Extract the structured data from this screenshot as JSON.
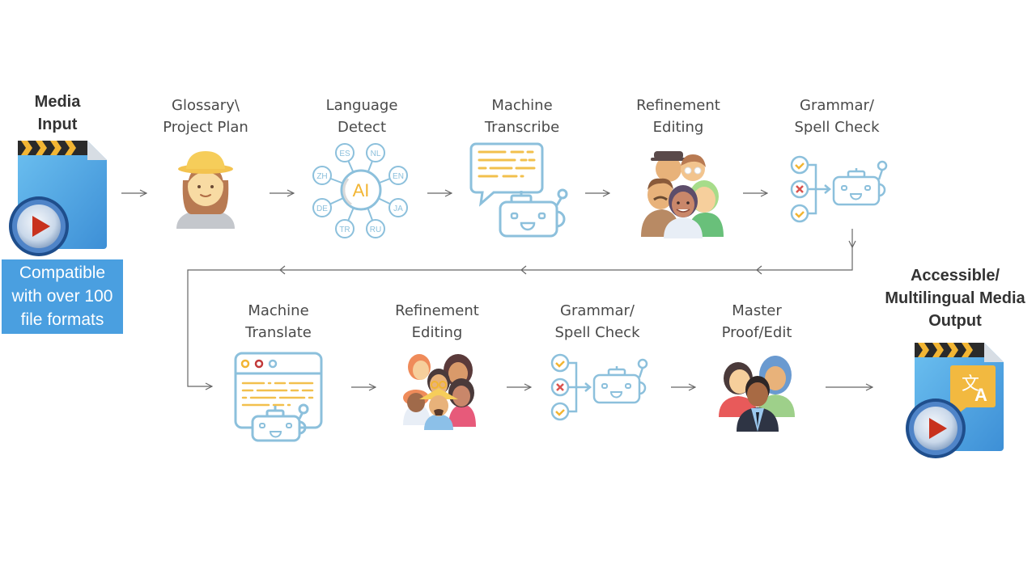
{
  "diagram": {
    "title": "Media localization workflow",
    "input": {
      "label": "Media\nInput",
      "badge": "Compatible\nwith over 100\nfile formats",
      "icon": "video-file-icon"
    },
    "output": {
      "label": "Accessible/\nMultilingual Media\nOutput",
      "icon": "translated-video-file-icon"
    },
    "row1": [
      {
        "label": "Glossary\\\nProject Plan",
        "icon": "project-planner-avatar-icon"
      },
      {
        "label": "Language\nDetect",
        "icon": "ai-language-detect-icon",
        "languages": [
          "ES",
          "NL",
          "ZH",
          "EN",
          "DE",
          "JA",
          "TR",
          "RU"
        ],
        "center": "AI"
      },
      {
        "label": "Machine\nTranscribe",
        "icon": "transcribe-bot-icon"
      },
      {
        "label": "Refinement\nEditing",
        "icon": "editors-group-icon"
      },
      {
        "label": "Grammar/\nSpell Check",
        "icon": "spell-check-bot-icon"
      }
    ],
    "row2": [
      {
        "label": "Machine\nTranslate",
        "icon": "translate-bot-icon"
      },
      {
        "label": "Refinement\nEditing",
        "icon": "editors-group-icon"
      },
      {
        "label": "Grammar/\nSpell Check",
        "icon": "spell-check-bot-icon"
      },
      {
        "label": "Master\nProof/Edit",
        "icon": "master-editors-icon"
      }
    ],
    "colors": {
      "outline_blue": "#7fb8d6",
      "accent_yellow": "#f2c04d",
      "error_red": "#d9534f",
      "file_blue": "#4a9fe0",
      "arrow_gray": "#666666"
    }
  }
}
